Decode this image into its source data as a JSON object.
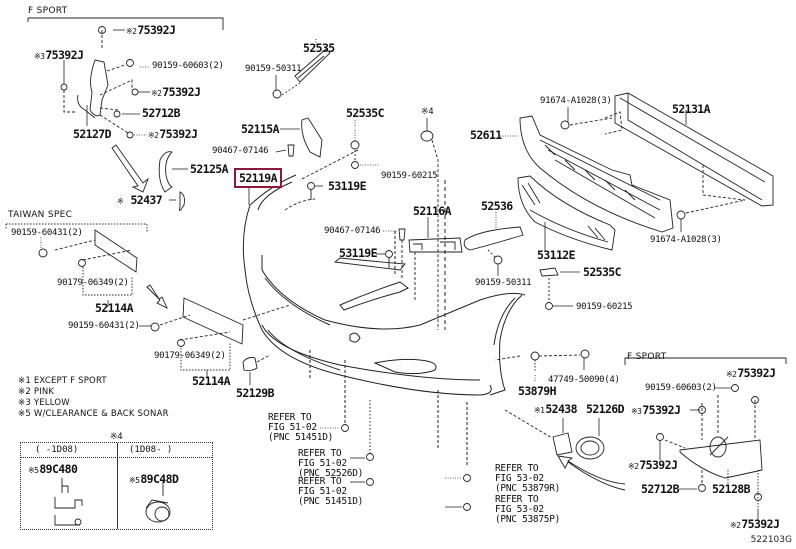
{
  "diagram": {
    "figure_id": "522103G",
    "highlighted_part": "52119A",
    "highlight_color": "#8b1a3a",
    "sections": {
      "f_sport_top": "F SPORT",
      "taiwan_spec": "TAIWAN SPEC",
      "f_sport_bottom": "F SPORT"
    },
    "notes": [
      {
        "mark": "※1",
        "text": "EXCEPT F SPORT"
      },
      {
        "mark": "※2",
        "text": "PINK"
      },
      {
        "mark": "※3",
        "text": "YELLOW"
      },
      {
        "mark": "※5",
        "text": "W/CLEARANCE & BACK SONAR"
      }
    ],
    "variant_table": {
      "title": "※4",
      "columns": [
        {
          "range": "(     -1D08)",
          "mark": "※5",
          "part": "89C480"
        },
        {
          "range": "(1D08-     )",
          "mark": "※5",
          "part": "89C48D"
        }
      ]
    },
    "parts": {
      "p_75392j_a": {
        "mark": "※2",
        "num": "75392J"
      },
      "p_75392j_b": {
        "mark": "※3",
        "num": "75392J"
      },
      "p_90159_60603_a": {
        "num": "90159-60603(2)"
      },
      "p_75392j_c": {
        "mark": "※2",
        "num": "75392J"
      },
      "p_52712b_top": {
        "num": "52712B"
      },
      "p_52127d": {
        "num": "52127D"
      },
      "p_75392j_d": {
        "mark": "※2",
        "num": "75392J"
      },
      "p_52125a": {
        "num": "52125A"
      },
      "p_52437": {
        "mark": "※",
        "num": "52437"
      },
      "p_52535": {
        "num": "52535"
      },
      "p_90159_50311_a": {
        "num": "90159-50311"
      },
      "p_52115a": {
        "num": "52115A"
      },
      "p_90467_07146_a": {
        "num": "90467-07146"
      },
      "p_52535c_a": {
        "num": "52535C"
      },
      "p_90159_60215_a": {
        "num": "90159-60215"
      },
      "p_53119e_a": {
        "num": "53119E"
      },
      "p_mark4": {
        "mark": "※4",
        "num": ""
      },
      "p_52611": {
        "num": "52611"
      },
      "p_91674_a1028_a": {
        "num": "91674-A1028(3)"
      },
      "p_52131a": {
        "num": "52131A"
      },
      "p_91674_a1028_b": {
        "num": "91674-A1028(3)"
      },
      "p_52116a": {
        "num": "52116A"
      },
      "p_52536": {
        "num": "52536"
      },
      "p_90467_07146_b": {
        "num": "90467-07146"
      },
      "p_53119e_b": {
        "num": "53119E"
      },
      "p_90159_50311_b": {
        "num": "90159-50311"
      },
      "p_53112e": {
        "num": "53112E"
      },
      "p_52535c_b": {
        "num": "52535C"
      },
      "p_90159_60215_b": {
        "num": "90159-60215"
      },
      "p_90159_60431_a": {
        "num": "90159-60431(2)"
      },
      "p_90179_06349_a": {
        "num": "90179-06349(2)"
      },
      "p_52114a_a": {
        "num": "52114A"
      },
      "p_90159_60431_b": {
        "num": "90159-60431(2)"
      },
      "p_90179_06349_b": {
        "num": "90179-06349(2)"
      },
      "p_52114a_b": {
        "num": "52114A"
      },
      "p_52129b": {
        "num": "52129B"
      },
      "p_47749_50090": {
        "num": "47749-50090(4)"
      },
      "p_53879h": {
        "num": "53879H"
      },
      "p_52438": {
        "mark": "※1",
        "num": "52438"
      },
      "p_52126d": {
        "num": "52126D"
      },
      "p_90159_60603_b": {
        "num": "90159-60603(2)"
      },
      "p_75392j_e": {
        "mark": "※2",
        "num": "75392J"
      },
      "p_75392j_f": {
        "mark": "※3",
        "num": "75392J"
      },
      "p_75392j_g": {
        "mark": "※2",
        "num": "75392J"
      },
      "p_52712b_bot": {
        "num": "52712B"
      },
      "p_52128b": {
        "num": "52128B"
      },
      "p_75392j_h": {
        "mark": "※2",
        "num": "75392J"
      }
    },
    "refers": [
      "REFER TO\nFIG 51-02\n(PNC 51451D)",
      "REFER TO\nFIG 51-02\n(PNC 52526D)",
      "REFER TO\nFIG 51-02\n(PNC 51451D)",
      "REFER TO\nFIG 53-02\n(PNC 53879R)",
      "REFER TO\nFIG 53-02\n(PNC 53875P)"
    ]
  }
}
